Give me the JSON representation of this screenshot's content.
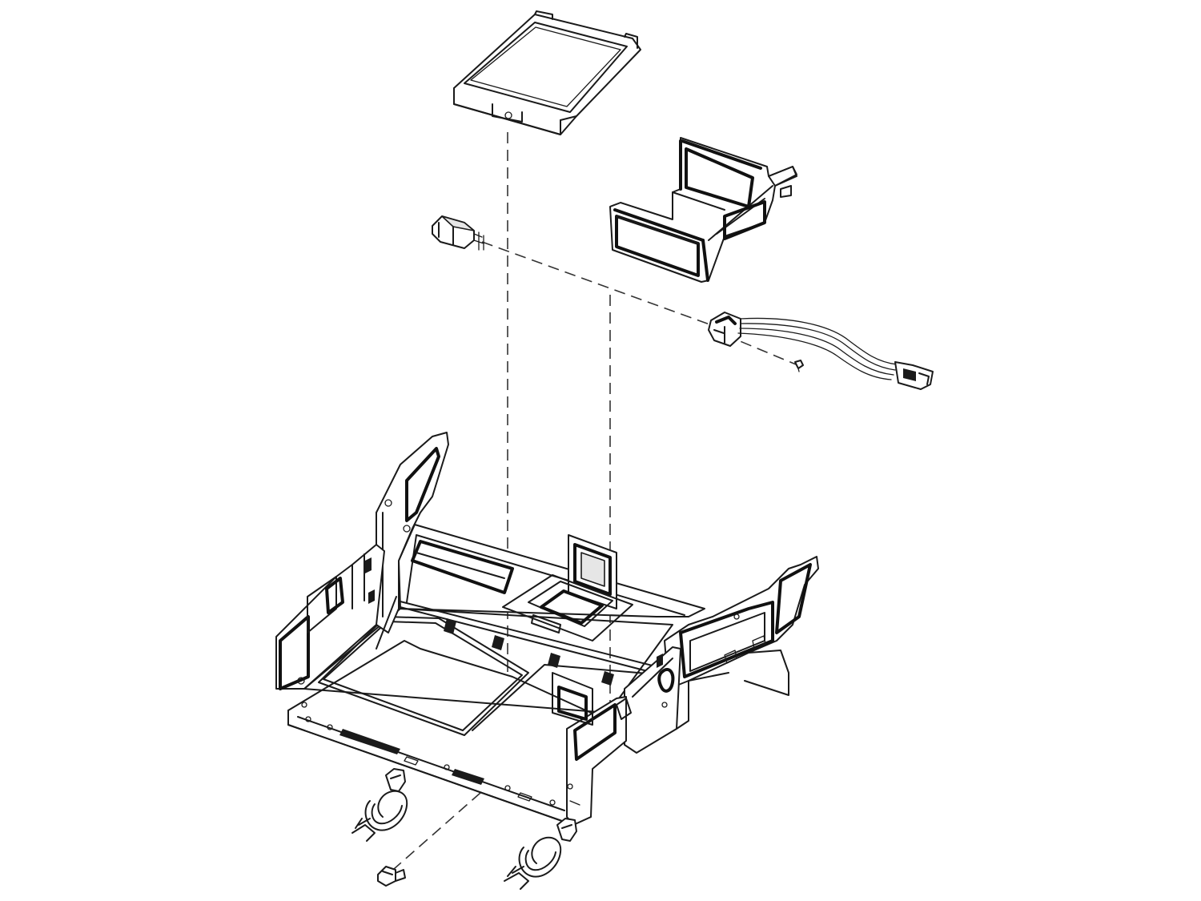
{
  "diagram": {
    "type": "exploded-assembly-view",
    "line_color": "#1a1a1a",
    "background": "#ffffff",
    "parts": [
      {
        "id": "cover-plate",
        "icon": "cover-plate-icon"
      },
      {
        "id": "drive-bracket",
        "icon": "drive-bracket-icon"
      },
      {
        "id": "connector-module",
        "icon": "connector-icon"
      },
      {
        "id": "power-cable",
        "icon": "cable-icon"
      },
      {
        "id": "small-screw",
        "icon": "screw-icon"
      },
      {
        "id": "chassis-frame",
        "icon": "chassis-icon"
      },
      {
        "id": "cable-clip-left",
        "icon": "cable-clip-icon"
      },
      {
        "id": "cable-clip-right",
        "icon": "cable-clip-icon"
      },
      {
        "id": "mounting-screw",
        "icon": "screw-icon"
      }
    ]
  }
}
